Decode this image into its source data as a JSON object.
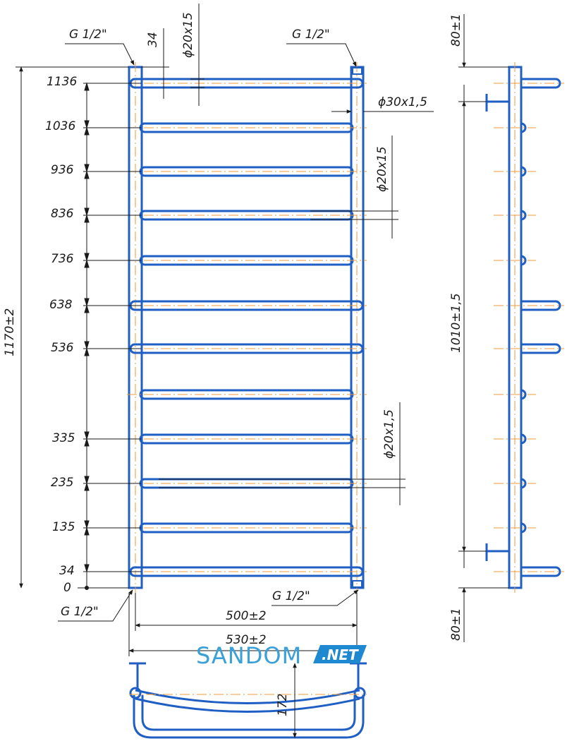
{
  "title": "",
  "connections": {
    "top_left": "G 1/2\"",
    "top_right": "G 1/2\"",
    "bottom_left": "G 1/2\"",
    "bottom_right": "G 1/2\""
  },
  "pipe_labels": {
    "top_rail": "ϕ20x15",
    "riser": "ϕ30x1,5",
    "rail_mid": "ϕ20x15",
    "rail_low": "ϕ20x1,5",
    "top_offset": "34"
  },
  "height_marks": [
    "1136",
    "1036",
    "936",
    "836",
    "736",
    "638",
    "536",
    "335",
    "235",
    "135",
    "34",
    "0"
  ],
  "dimensions": {
    "total_height": "1170±2",
    "center_distance": "500±2",
    "total_width": "530±2",
    "side_height": "1010±1,5",
    "side_top": "80±1",
    "side_bottom": "80±1",
    "depth": "172"
  },
  "watermark": {
    "brand": "SANDOM",
    "suffix": ".NET",
    "brand_color": "#39a0d8",
    "suffix_color": "#1e88d0"
  },
  "colors": {
    "pipe": "#1f5fc4",
    "axis": "#f0983a",
    "dimension": "#1a1a1a"
  }
}
